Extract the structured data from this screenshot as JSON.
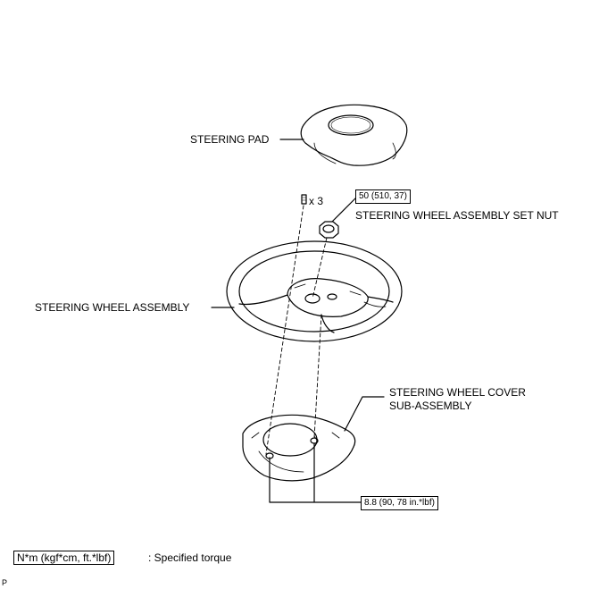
{
  "labels": {
    "steering_pad": "STEERING PAD",
    "quantity": "x 3",
    "set_nut": "STEERING WHEEL ASSEMBLY SET NUT",
    "wheel_assembly": "STEERING WHEEL ASSEMBLY",
    "cover_line1": "STEERING WHEEL COVER",
    "cover_line2": "SUB-ASSEMBLY",
    "corner_code": "P"
  },
  "torques": {
    "set_nut": "50 (510, 37)",
    "cover": "8.8 (90, 78 in.*lbf)"
  },
  "legend": {
    "unit_box": "N*m (kgf*cm, ft.*lbf)",
    "description": ": Specified torque"
  }
}
